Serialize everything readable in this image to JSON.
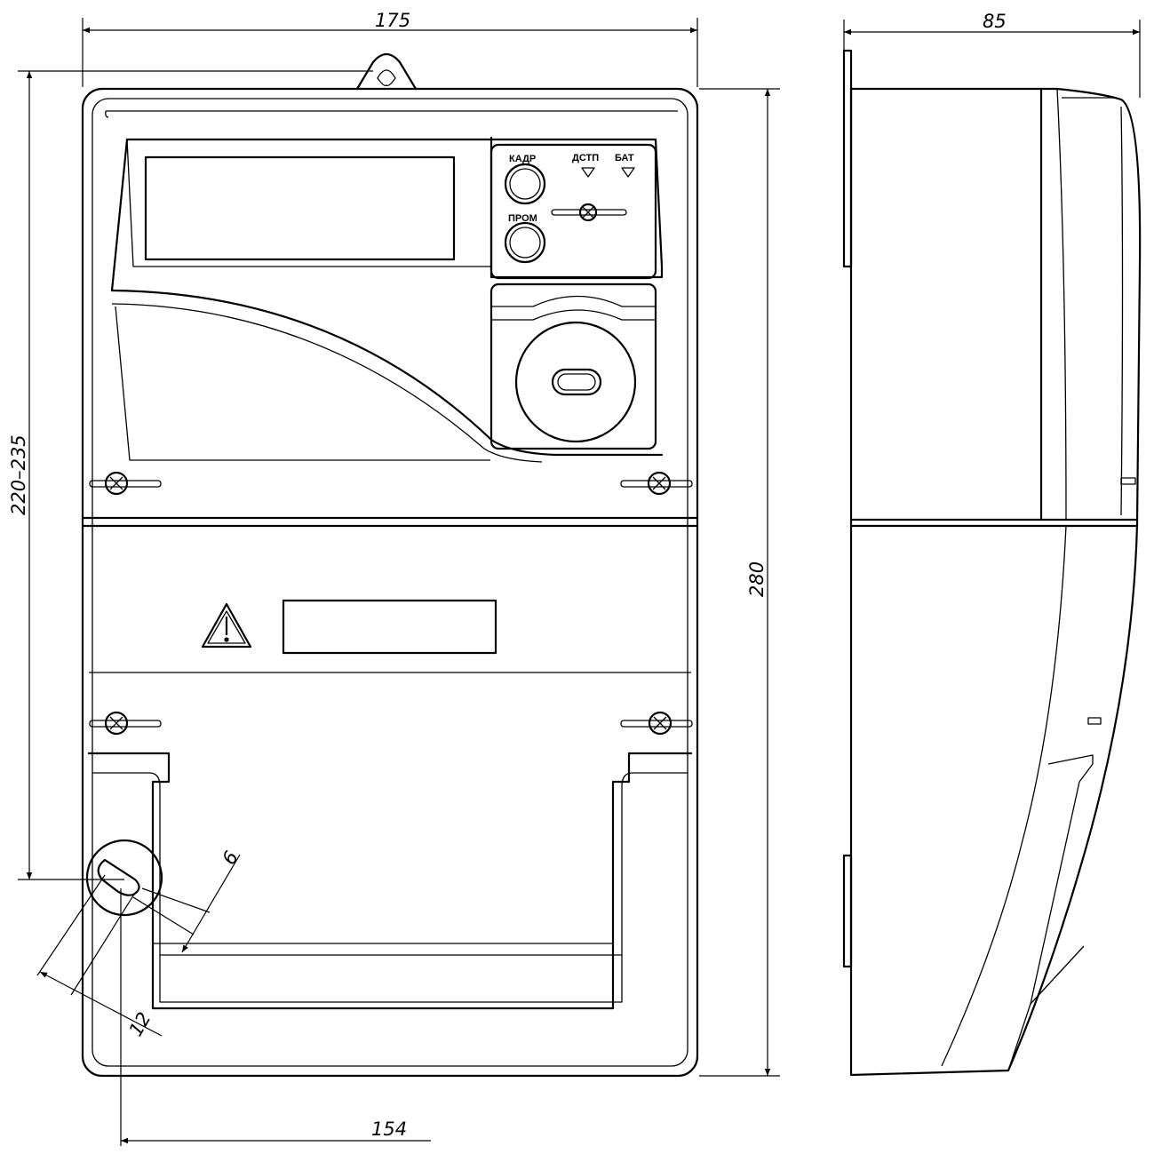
{
  "dimensions": {
    "width_top": "175",
    "depth_top": "85",
    "mount_height": "220–235",
    "total_height": "280",
    "mount_width": "154",
    "slot_width": "6",
    "slot_length": "12"
  },
  "panel_labels": {
    "button_1": "КАДР",
    "button_2": "ПРОМ",
    "indicator_1": "ДСТП",
    "indicator_2": "БАТ"
  },
  "icons": {
    "warning": "warning-triangle-icon",
    "screw": "screw-icon"
  }
}
